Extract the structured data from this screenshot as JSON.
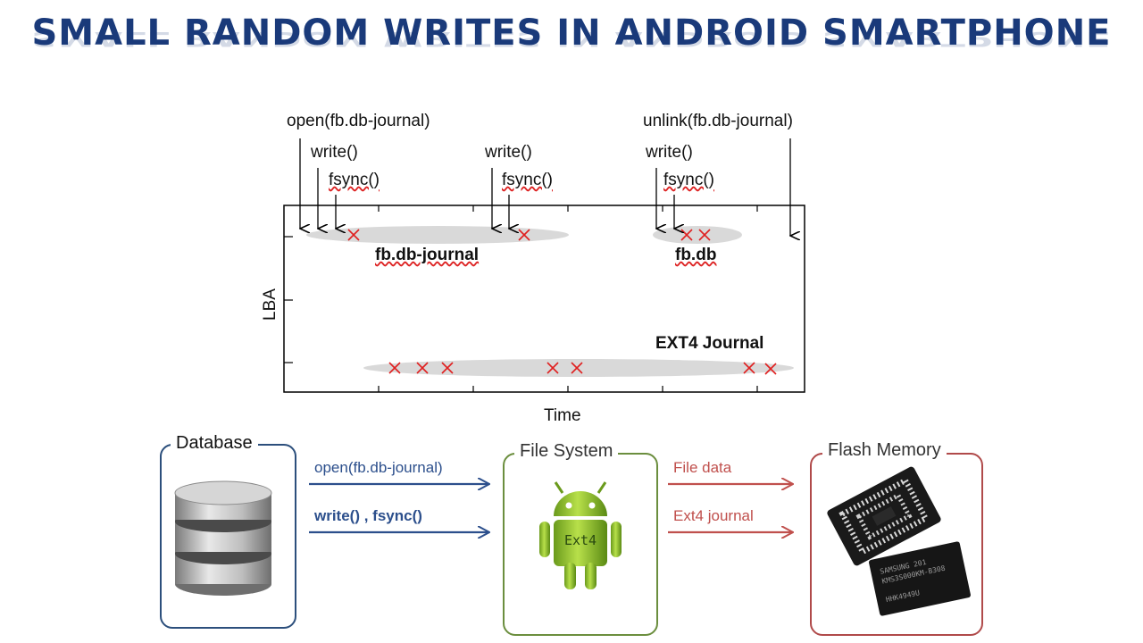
{
  "title": "SMALL RANDOM WRITES IN ANDROID SMARTPHONE",
  "chart": {
    "calls": {
      "open": "open(fb.db-journal)",
      "write1": "write()",
      "fsync1": "fsync()",
      "write2": "write()",
      "fsync2": "fsync()",
      "unlink": "unlink(fb.db-journal)",
      "write3": "write()",
      "fsync3": "fsync()"
    },
    "regions": {
      "journal_file": "fb.db-journal",
      "db_file": "fb.db",
      "ext4_journal": "EXT4 Journal"
    },
    "ylabel": "LBA",
    "xlabel": "Time"
  },
  "flow": {
    "database": {
      "title": "Database",
      "icon": "database-cylinder-icon"
    },
    "file_system": {
      "title": "File System",
      "badge": "Ext4",
      "icon": "android-robot-icon"
    },
    "flash_memory": {
      "title": "Flash Memory",
      "icon": "flash-chip-icon",
      "chip_text1": "SAMSUNG 201",
      "chip_text2": "KMS3S000KM-B308",
      "chip_text3": "HHK4949U"
    },
    "db_to_fs": [
      {
        "label": "open(fb.db-journal)"
      },
      {
        "label": "write() , fsync()"
      }
    ],
    "fs_to_flash": [
      {
        "label": "File data"
      },
      {
        "label": "Ext4 journal"
      }
    ]
  },
  "colors": {
    "title": "#1a3a7a",
    "db_box": "#2c4f7c",
    "fs_box": "#6b8e3e",
    "flash_box": "#b04a4a",
    "db_arrow": "#2c4f8c",
    "fs_arrow": "#c0504d",
    "write_marker": "#e02020"
  }
}
